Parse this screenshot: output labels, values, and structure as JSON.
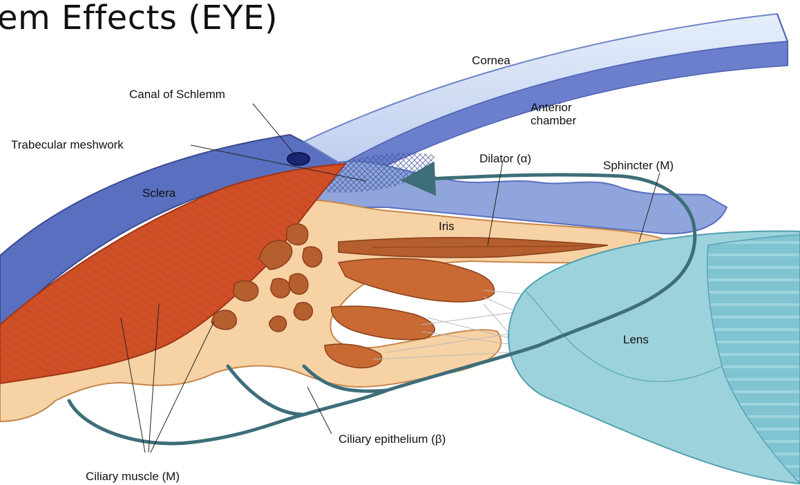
{
  "slide": {
    "title": "em Effects (EYE)"
  },
  "labels": {
    "cornea": "Cornea",
    "canal_of_schlemm": "Canal of Schlemm",
    "anterior_chamber_line1": "Anterior",
    "anterior_chamber_line2": "chamber",
    "trabecular_meshwork": "Trabecular meshwork",
    "dilator": "Dilator (α)",
    "sphincter": "Sphincter (M)",
    "sclera": "Sclera",
    "iris": "Iris",
    "lens": "Lens",
    "ciliary_epithelium": "Ciliary epithelium (β)",
    "ciliary_muscle": "Ciliary muscle (M)"
  },
  "colors": {
    "sclera_blue": "#5a6fc0",
    "cornea_light": "#d4e0f4",
    "ciliary_muscle_red": "#cf4f27",
    "tissue_peach": "#f6d2a4",
    "pigment_brown": "#b55e2e",
    "lens_teal": "#7fc3d0",
    "flow_arrow": "#3d6e79"
  }
}
